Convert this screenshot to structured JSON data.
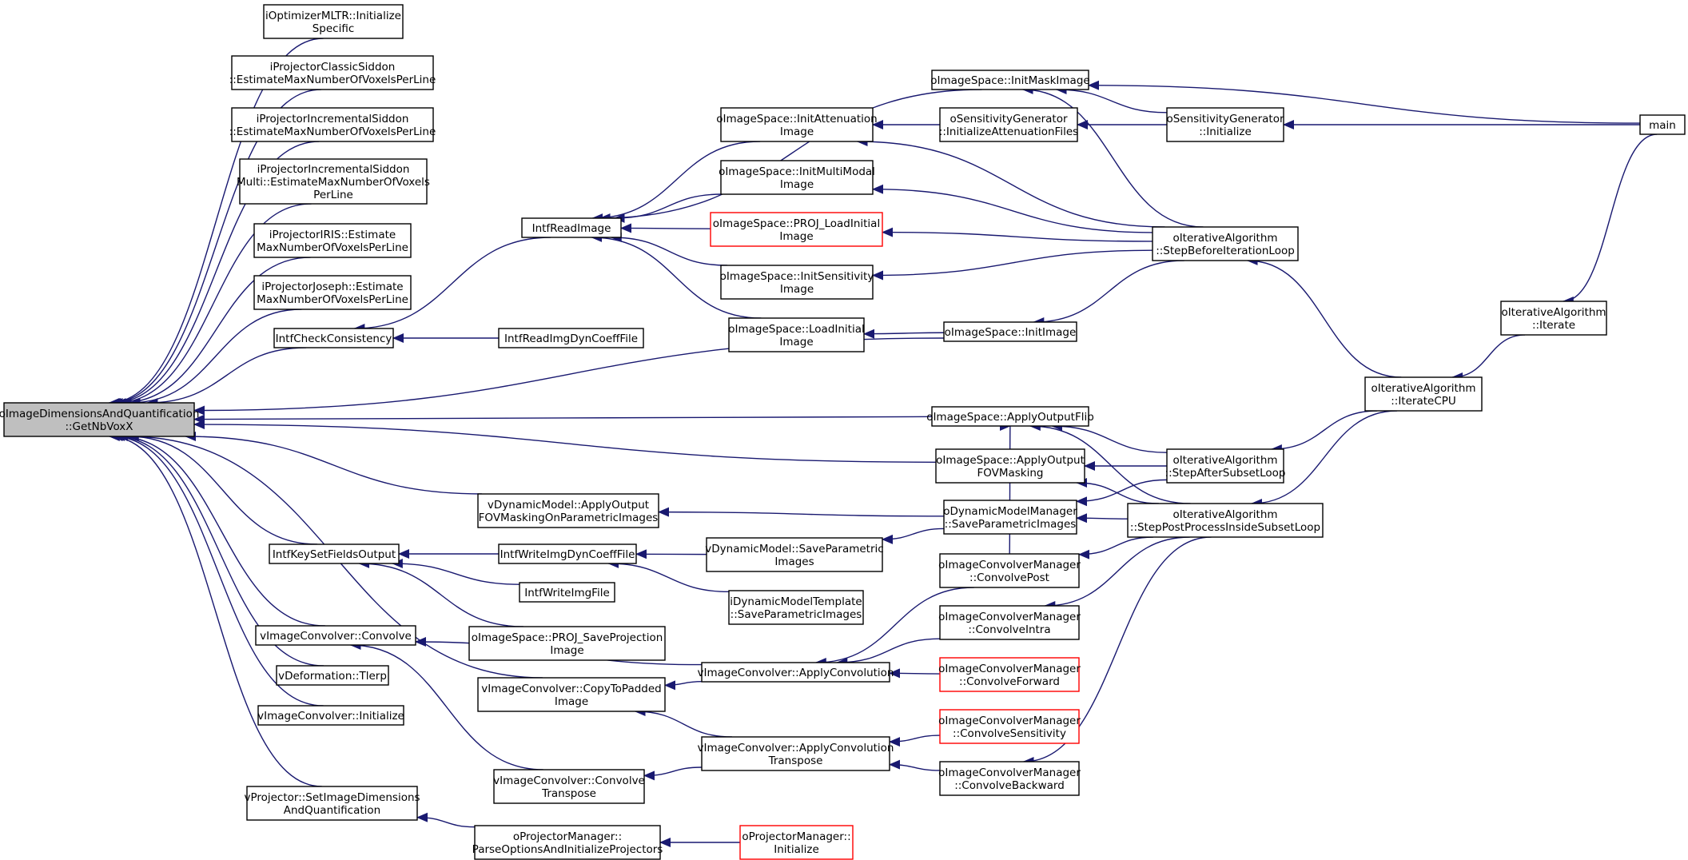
{
  "graph": {
    "colors": {
      "edge": "#191970",
      "root_fill": "#bfbfbf",
      "truncated_border": "#ff0000",
      "node_border": "#000000"
    },
    "nodes": {
      "root": [
        "oImageDimensionsAndQuantification",
        "::GetNbVoxX"
      ],
      "optimizer": [
        "iOptimizerMLTR::Initialize",
        "Specific"
      ],
      "classic_siddon": [
        "iProjectorClassicSiddon",
        "::EstimateMaxNumberOfVoxelsPerLine"
      ],
      "incr_siddon": [
        "iProjectorIncrementalSiddon",
        "::EstimateMaxNumberOfVoxelsPerLine"
      ],
      "incr_siddon_multi": [
        "iProjectorIncrementalSiddon",
        "Multi::EstimateMaxNumberOfVoxels",
        "PerLine"
      ],
      "iris": [
        "iProjectorIRIS::Estimate",
        "MaxNumberOfVoxelsPerLine"
      ],
      "joseph": [
        "iProjectorJoseph::Estimate",
        "MaxNumberOfVoxelsPerLine"
      ],
      "check_consistency": [
        "IntfCheckConsistency"
      ],
      "key_set_fields": [
        "IntfKeySetFieldsOutput"
      ],
      "convolve": [
        "vImageConvolver::Convolve"
      ],
      "tlerp": [
        "vDeformation::Tlerp"
      ],
      "convolver_init": [
        "vImageConvolver::Initialize"
      ],
      "set_image_dims": [
        "vProjector::SetImageDimensions",
        "AndQuantification"
      ],
      "read_image": [
        "IntfReadImage"
      ],
      "read_img_dyn": [
        "IntfReadImgDynCoeffFile"
      ],
      "write_img_dyn": [
        "IntfWriteImgDynCoeffFile"
      ],
      "write_img_file": [
        "IntfWriteImgFile"
      ],
      "proj_save": [
        "oImageSpace::PROJ_SaveProjection",
        "Image"
      ],
      "copy_to_padded": [
        "vImageConvolver::CopyToPadded",
        "Image"
      ],
      "convolve_transpose": [
        "vImageConvolver::Convolve",
        "Transpose"
      ],
      "parse_options": [
        "oProjectorManager::",
        "ParseOptionsAndInitializeProjectors"
      ],
      "init_mask": [
        "oImageSpace::InitMaskImage"
      ],
      "init_attenuation": [
        "oImageSpace::InitAttenuation",
        "Image"
      ],
      "init_multimodal": [
        "oImageSpace::InitMultiModal",
        "Image"
      ],
      "proj_load_initial": [
        "oImageSpace::PROJ_LoadInitial",
        "Image"
      ],
      "init_sensitivity": [
        "oImageSpace::InitSensitivity",
        "Image"
      ],
      "load_initial": [
        "oImageSpace::LoadInitial",
        "Image"
      ],
      "apply_output_fov_dyn": [
        "vDynamicModel::ApplyOutput",
        "FOVMaskingOnParametricImages"
      ],
      "save_parametric": [
        "vDynamicModel::SaveParametric",
        "Images"
      ],
      "dyn_template_save": [
        "iDynamicModelTemplate",
        "::SaveParametricImages"
      ],
      "apply_convolution": [
        "vImageConvolver::ApplyConvolution"
      ],
      "apply_conv_transpose": [
        "vImageConvolver::ApplyConvolution",
        "Transpose"
      ],
      "proj_mgr_init": [
        "oProjectorManager::",
        "Initialize"
      ],
      "sens_init_att": [
        "oSensitivityGenerator",
        "::InitializeAttenuationFiles"
      ],
      "init_image": [
        "oImageSpace::InitImage"
      ],
      "apply_flip": [
        "oImageSpace::ApplyOutputFlip"
      ],
      "apply_fov": [
        "oImageSpace::ApplyOutput",
        "FOVMasking"
      ],
      "dyn_mgr_save": [
        "oDynamicModelManager",
        "::SaveParametricImages"
      ],
      "conv_post": [
        "oImageConvolverManager",
        "::ConvolvePost"
      ],
      "conv_intra": [
        "oImageConvolverManager",
        "::ConvolveIntra"
      ],
      "conv_forward": [
        "oImageConvolverManager",
        "::ConvolveForward"
      ],
      "conv_sensitivity": [
        "oImageConvolverManager",
        "::ConvolveSensitivity"
      ],
      "conv_backward": [
        "oImageConvolverManager",
        "::ConvolveBackward"
      ],
      "sens_initialize": [
        "oSensitivityGenerator",
        "::Initialize"
      ],
      "step_before": [
        "oIterativeAlgorithm",
        "::StepBeforeIterationLoop"
      ],
      "step_after": [
        "oIterativeAlgorithm",
        "::StepAfterSubsetLoop"
      ],
      "step_post": [
        "oIterativeAlgorithm",
        "::StepPostProcessInsideSubsetLoop"
      ],
      "iterate_cpu": [
        "oIterativeAlgorithm",
        "::IterateCPU"
      ],
      "iterate": [
        "oIterativeAlgorithm",
        "::Iterate"
      ],
      "main": [
        "main"
      ]
    },
    "truncated_nodes": [
      "proj_load_initial",
      "proj_mgr_init",
      "conv_forward",
      "conv_sensitivity"
    ],
    "edges": [
      [
        "optimizer",
        "root"
      ],
      [
        "classic_siddon",
        "root"
      ],
      [
        "incr_siddon",
        "root"
      ],
      [
        "incr_siddon_multi",
        "root"
      ],
      [
        "iris",
        "root"
      ],
      [
        "joseph",
        "root"
      ],
      [
        "check_consistency",
        "root"
      ],
      [
        "key_set_fields",
        "root"
      ],
      [
        "convolve",
        "root"
      ],
      [
        "tlerp",
        "root"
      ],
      [
        "convolver_init",
        "root"
      ],
      [
        "set_image_dims",
        "root"
      ],
      [
        "init_image",
        "root"
      ],
      [
        "apply_flip",
        "root"
      ],
      [
        "apply_fov",
        "root"
      ],
      [
        "apply_output_fov_dyn",
        "root"
      ],
      [
        "copy_to_padded",
        "root"
      ],
      [
        "read_image",
        "check_consistency"
      ],
      [
        "read_img_dyn",
        "check_consistency"
      ],
      [
        "write_img_dyn",
        "key_set_fields"
      ],
      [
        "write_img_file",
        "key_set_fields"
      ],
      [
        "proj_save",
        "key_set_fields"
      ],
      [
        "apply_convolution",
        "convolve"
      ],
      [
        "convolve_transpose",
        "convolve"
      ],
      [
        "parse_options",
        "set_image_dims"
      ],
      [
        "init_mask",
        "read_image"
      ],
      [
        "init_attenuation",
        "read_image"
      ],
      [
        "init_multimodal",
        "read_image"
      ],
      [
        "proj_load_initial",
        "read_image"
      ],
      [
        "init_sensitivity",
        "read_image"
      ],
      [
        "load_initial",
        "read_image"
      ],
      [
        "save_parametric",
        "write_img_dyn"
      ],
      [
        "dyn_template_save",
        "write_img_dyn"
      ],
      [
        "apply_convolution",
        "copy_to_padded"
      ],
      [
        "apply_conv_transpose",
        "copy_to_padded"
      ],
      [
        "apply_conv_transpose",
        "convolve_transpose"
      ],
      [
        "proj_mgr_init",
        "parse_options"
      ],
      [
        "sens_init_att",
        "init_attenuation"
      ],
      [
        "init_image",
        "load_initial"
      ],
      [
        "dyn_mgr_save",
        "apply_output_fov_dyn"
      ],
      [
        "dyn_mgr_save",
        "save_parametric"
      ],
      [
        "conv_post",
        "apply_convolution"
      ],
      [
        "conv_intra",
        "apply_convolution"
      ],
      [
        "conv_forward",
        "apply_convolution"
      ],
      [
        "conv_sensitivity",
        "apply_conv_transpose"
      ],
      [
        "conv_backward",
        "apply_conv_transpose"
      ],
      [
        "main",
        "init_mask"
      ],
      [
        "sens_initialize",
        "init_mask"
      ],
      [
        "step_before",
        "init_mask"
      ],
      [
        "step_before",
        "init_attenuation"
      ],
      [
        "step_before",
        "init_multimodal"
      ],
      [
        "step_before",
        "proj_load_initial"
      ],
      [
        "step_before",
        "init_sensitivity"
      ],
      [
        "step_before",
        "init_image"
      ],
      [
        "sens_initialize",
        "sens_init_att"
      ],
      [
        "step_after",
        "apply_flip"
      ],
      [
        "step_post",
        "apply_flip"
      ],
      [
        "conv_post",
        "apply_flip"
      ],
      [
        "step_after",
        "apply_fov"
      ],
      [
        "step_post",
        "apply_fov"
      ],
      [
        "step_after",
        "dyn_mgr_save"
      ],
      [
        "step_post",
        "dyn_mgr_save"
      ],
      [
        "step_post",
        "conv_post"
      ],
      [
        "step_post",
        "conv_intra"
      ],
      [
        "step_post",
        "conv_backward"
      ],
      [
        "main",
        "sens_initialize"
      ],
      [
        "iterate_cpu",
        "step_before"
      ],
      [
        "iterate_cpu",
        "step_after"
      ],
      [
        "iterate_cpu",
        "step_post"
      ],
      [
        "iterate",
        "iterate_cpu"
      ],
      [
        "main",
        "iterate"
      ]
    ]
  }
}
